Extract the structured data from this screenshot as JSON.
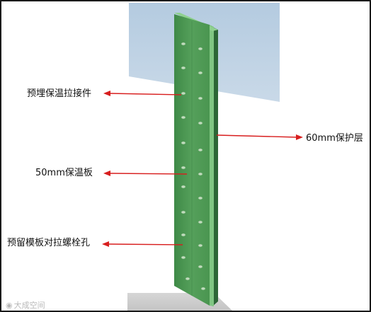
{
  "labels": {
    "embedded_connector": "预埋保温拉接件",
    "insulation_board": "50mm保温板",
    "tie_bolt_hole": "预留模板对拉螺栓孔",
    "protective_layer": "60mm保护层"
  },
  "watermark": {
    "icon": "weibo-logo-icon",
    "text": "大成空间"
  },
  "colors": {
    "background_wall": "#b9cfe1",
    "panel_face": "#4f9a55",
    "panel_edge": "#79c07c",
    "panel_back": "#2f6b39",
    "holes": "#bfd8bd",
    "arrows": "#d81e1e",
    "floor_shadow": "#cfcfcf"
  }
}
